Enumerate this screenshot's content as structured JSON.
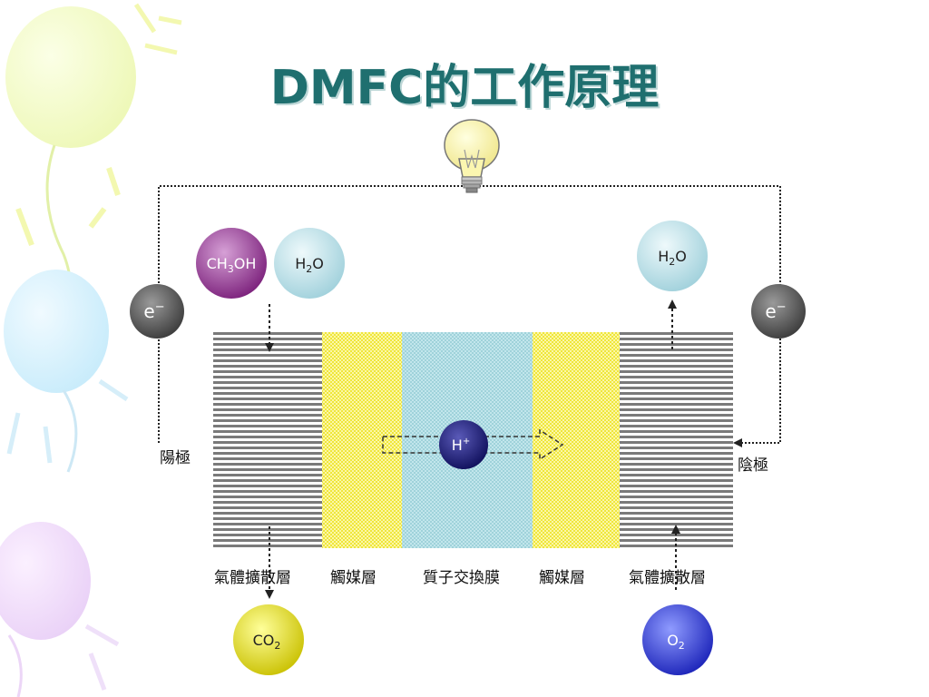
{
  "title": "DMFC的工作原理",
  "molecules": {
    "methanol": {
      "main": "CH",
      "sub": "3",
      "tail": "OH",
      "color": "#8e2c8e"
    },
    "water_in": {
      "main": "H",
      "sub": "2",
      "tail": "O",
      "color": "#bfe3ea"
    },
    "water_out": {
      "main": "H",
      "sub": "2",
      "tail": "O",
      "color": "#bfe3ea"
    },
    "co2": {
      "main": "CO",
      "sub": "2",
      "tail": "",
      "color": "#e8e000"
    },
    "o2": {
      "main": "O",
      "sub": "2",
      "tail": "",
      "color": "#2a36d8"
    },
    "proton": {
      "main": "H",
      "sup": "+",
      "color": "#1a1a7a"
    }
  },
  "electrons": {
    "left": {
      "main": "e",
      "sup": "−"
    },
    "right": {
      "main": "e",
      "sup": "−"
    }
  },
  "labels": {
    "anode": "陽極",
    "cathode": "陰極",
    "layers": [
      "氣體擴散層",
      "觸媒層",
      "質子交換膜",
      "觸媒層",
      "氣體擴散層"
    ]
  },
  "colors": {
    "title": "#1f6f6f",
    "gdl": "#777777",
    "catalyst": "#f5f066",
    "membrane": "#a9d8df",
    "bulb": "#fbf6b0"
  }
}
